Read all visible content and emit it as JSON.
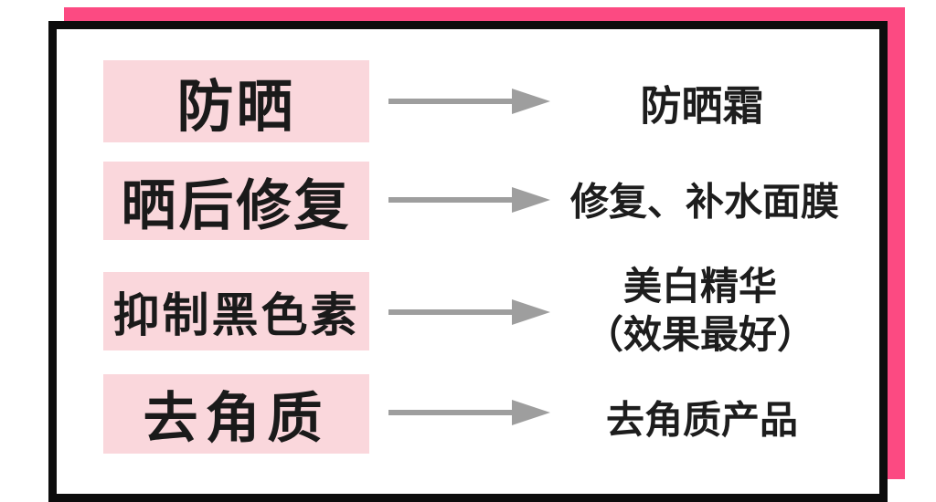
{
  "page": {
    "type": "skincare-needs-to-products-mapping-infographic",
    "colors": {
      "backdrop_pink": "#fc4a82",
      "label_box_pink": "#fad7dc",
      "card_border_black": "#0d0d0d",
      "arrow_gray": "#9e9e9e",
      "text_black": "#1a1a1a",
      "card_background": "#ffffff"
    }
  },
  "rows": [
    {
      "label": "防晒",
      "result": "防晒霜",
      "result_line2": ""
    },
    {
      "label": "晒后修复",
      "result": "修复、补水面膜",
      "result_line2": ""
    },
    {
      "label": "抑制黑色素",
      "result": "美白精华",
      "result_line2": "（效果最好）"
    },
    {
      "label": "去角质",
      "result": "去角质产品",
      "result_line2": ""
    }
  ]
}
